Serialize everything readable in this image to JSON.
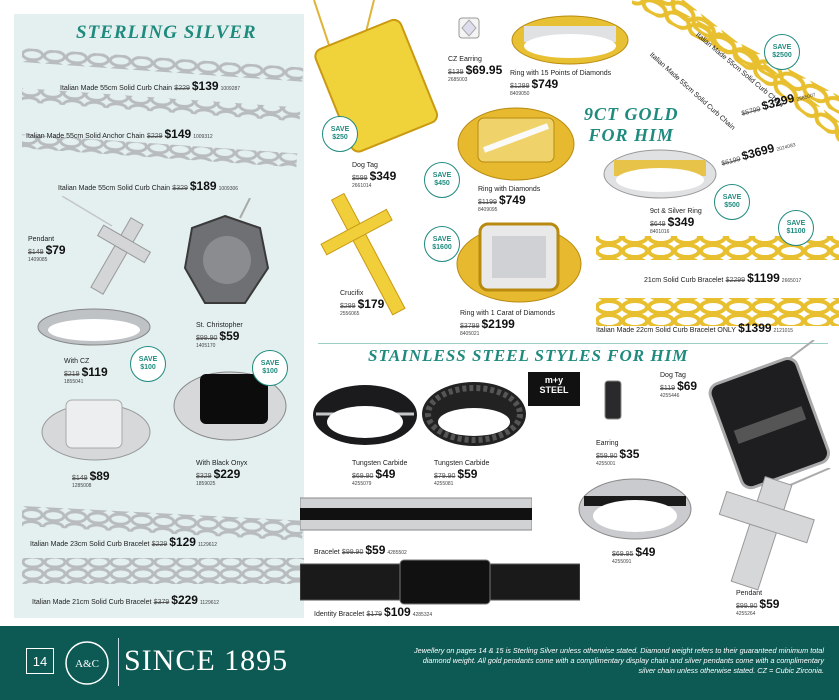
{
  "sections": {
    "sterling_silver": "STERLING SILVER",
    "gold_line1": "9CT GOLD",
    "gold_line2": "FOR HIM",
    "stainless": "STAINLESS STEEL STYLES FOR HIM"
  },
  "products": {
    "curb55_139": {
      "name": "Italian Made 55cm Solid Curb Chain",
      "was": "$229",
      "now": "$139",
      "code": "1009287"
    },
    "anchor55": {
      "name": "Italian Made 55cm Solid Anchor Chain",
      "was": "$229",
      "now": "$149",
      "code": "1009312"
    },
    "curb55_189": {
      "name": "Italian Made 55cm Solid Curb Chain",
      "was": "$329",
      "now": "$189",
      "code": "1009306"
    },
    "pendant_silver": {
      "name": "Pendant",
      "was": "$149",
      "now": "$79",
      "code": "1409085"
    },
    "st_christopher": {
      "name": "St. Christopher",
      "was": "$99.90",
      "now": "$59",
      "code": "1405170"
    },
    "with_cz": {
      "name": "With CZ",
      "was": "$219",
      "now": "$119",
      "code": "1855041"
    },
    "signet": {
      "name": "",
      "was": "$149",
      "now": "$89",
      "code": "1285008"
    },
    "black_onyx": {
      "name": "With Black Onyx",
      "was": "$329",
      "now": "$229",
      "code": "1859025"
    },
    "bracelet23": {
      "name": "Italian Made 23cm Solid Curb Bracelet",
      "was": "$229",
      "now": "$129",
      "code": "1129612"
    },
    "bracelet21": {
      "name": "Italian Made 21cm Solid Curb Bracelet",
      "was": "$379",
      "now": "$229",
      "code": "1129612"
    },
    "dog_tag_gold": {
      "name": "Dog Tag",
      "was": "$599",
      "now": "$349",
      "code": "2661014"
    },
    "crucifix": {
      "name": "Crucifix",
      "was": "$299",
      "now": "$179",
      "code": "2556065"
    },
    "cz_earring": {
      "name": "CZ Earring",
      "was": "$139",
      "now": "$69.95",
      "code": "2685003"
    },
    "ring_15": {
      "name": "Ring with 15 Points of Diamonds",
      "was": "$1299",
      "now": "$749",
      "code": "8409050"
    },
    "ring_diamonds": {
      "name": "Ring with Diamonds",
      "was": "$1199",
      "now": "$749",
      "code": "8409095"
    },
    "ring_carat": {
      "name": "Ring with 1 Carat of Diamonds",
      "was": "$3799",
      "now": "$2199",
      "code": "8405021"
    },
    "gold_chain_1": {
      "name": "Italian Made 55cm Solid Curb Chain",
      "was": "$5799",
      "now": "$3299",
      "code": "2585007"
    },
    "gold_chain_2": {
      "name": "Italian Made 55cm Solid Curb Chain",
      "was": "$6199",
      "now": "$3699",
      "code": "2024083"
    },
    "silver_ring_9ct": {
      "name": "9ct & Silver Ring",
      "was": "$649",
      "now": "$349",
      "code": "8401016"
    },
    "curb21_gold": {
      "name": "21cm Solid Curb Bracelet",
      "was": "$2299",
      "now": "$1199",
      "code": "2665017"
    },
    "curb22_gold": {
      "name": "Italian Made 22cm Solid Curb Bracelet ONLY",
      "was": "",
      "now": "$1399",
      "code": "2121015"
    },
    "tungsten1": {
      "name": "Tungsten Carbide",
      "was": "$69.90",
      "now": "$49",
      "code": "4255079"
    },
    "tungsten2": {
      "name": "Tungsten Carbide",
      "was": "$79.90",
      "now": "$59",
      "code": "4255081"
    },
    "earring_steel": {
      "name": "Earring",
      "was": "$59.90",
      "now": "$35",
      "code": "4255001"
    },
    "dog_tag_steel": {
      "name": "Dog Tag",
      "was": "$119",
      "now": "$69",
      "code": "4255446"
    },
    "bracelet_steel": {
      "name": "Bracelet",
      "was": "$99.90",
      "now": "$59",
      "code": "4285502"
    },
    "mt_ring": {
      "name": "",
      "was": "$69.95",
      "now": "$49",
      "code": "4255091"
    },
    "identity": {
      "name": "Identity Bracelet",
      "was": "$179",
      "now": "$109",
      "code": "4285324"
    },
    "pendant_steel": {
      "name": "Pendant",
      "was": "$99.90",
      "now": "$59",
      "code": "4255264"
    }
  },
  "saves": {
    "s250": "$250",
    "s450": "$450",
    "s1600": "$1600",
    "s100a": "$100",
    "s100b": "$100",
    "s2500": "$2500",
    "s500": "$500",
    "s1100": "$1100",
    "save_word": "SAVE"
  },
  "brand_steel": {
    "line1": "m+y",
    "line2": "STEEL"
  },
  "footer": {
    "page_number": "14",
    "logo": "A&C",
    "since": "SINCE 1895",
    "disclaimer": "Jewellery on pages 14 & 15 is Sterling Silver unless otherwise stated. Diamond weight refers to their guaranteed minimum total diamond weight. All gold pendants come with a complimentary display chain and silver pendants come with a complimentary silver chain unless otherwise stated. CZ = Cubic Zirconia."
  },
  "colors": {
    "teal": "#1f8a7e",
    "footer": "#0d5a55",
    "gold": "#e6b92e",
    "silver": "#c7c9cb",
    "steel": "#1b1b1d"
  }
}
